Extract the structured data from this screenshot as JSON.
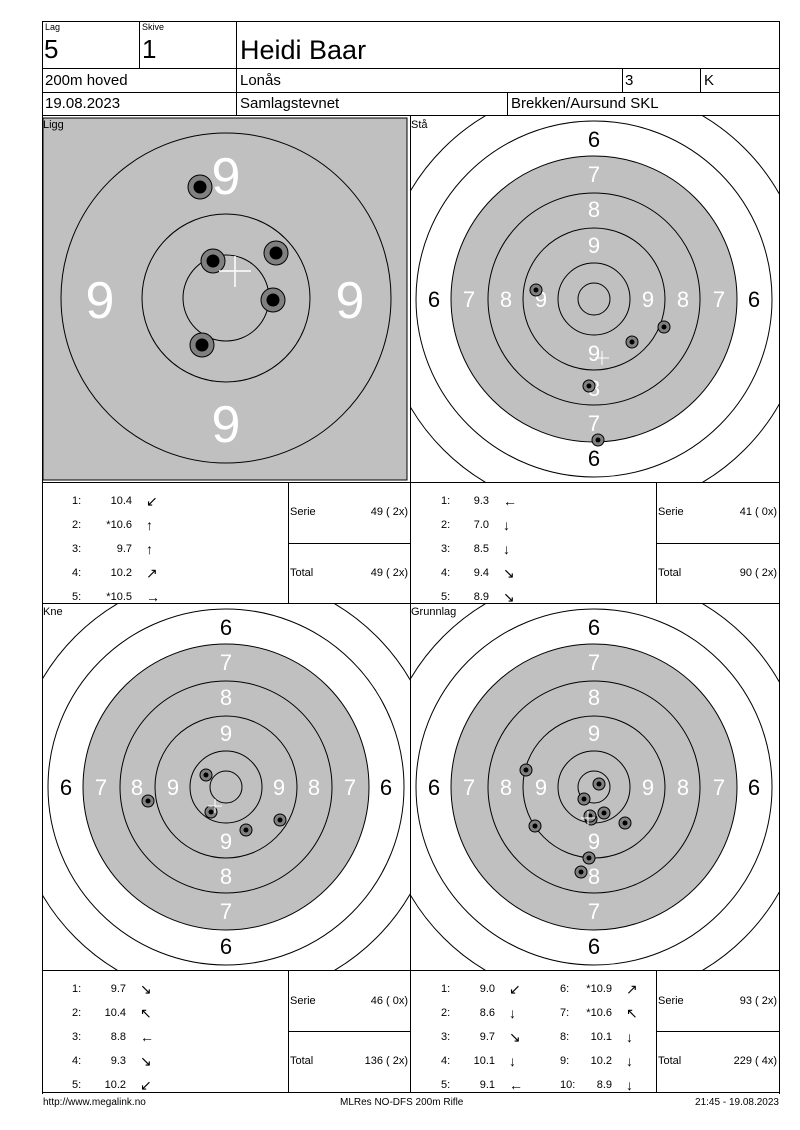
{
  "header": {
    "lag_label": "Lag",
    "lag_value": "5",
    "skive_label": "Skive",
    "skive_value": "1",
    "name": "Heidi Baar",
    "discipline": "200m hoved",
    "club": "Lonås",
    "klasse_num": "3",
    "klasse": "K",
    "date": "19.08.2023",
    "event": "Samlagstevnet",
    "organizer": "Brekken/Aursund SKL"
  },
  "panels": [
    {
      "label": "Ligg",
      "type": "zoom",
      "ring_numbers": [
        "9",
        "9",
        "9",
        "9"
      ],
      "shots": [
        {
          "n": "1:",
          "score": "10.4",
          "dir": "↙"
        },
        {
          "n": "2:",
          "score": "*10.6",
          "dir": "↑"
        },
        {
          "n": "3:",
          "score": "9.7",
          "dir": "↑"
        },
        {
          "n": "4:",
          "score": "10.2",
          "dir": "↗"
        },
        {
          "n": "5:",
          "score": "*10.5",
          "dir": "→"
        }
      ],
      "serie_label": "Serie",
      "serie_value": "49 ( 2x)",
      "total_label": "Total",
      "total_value": "49 ( 2x)"
    },
    {
      "label": "Stå",
      "type": "full",
      "ring_numbers": [
        "6",
        "7",
        "8",
        "9"
      ],
      "shots": [
        {
          "n": "1:",
          "score": "9.3",
          "dir": "←"
        },
        {
          "n": "2:",
          "score": "7.0",
          "dir": "↓"
        },
        {
          "n": "3:",
          "score": "8.5",
          "dir": "↓"
        },
        {
          "n": "4:",
          "score": "9.4",
          "dir": "↘"
        },
        {
          "n": "5:",
          "score": "8.9",
          "dir": "↘"
        }
      ],
      "serie_label": "Serie",
      "serie_value": "41 ( 0x)",
      "total_label": "Total",
      "total_value": "90 ( 2x)"
    },
    {
      "label": "Kne",
      "type": "full",
      "ring_numbers": [
        "6",
        "7",
        "8",
        "9"
      ],
      "shots": [
        {
          "n": "1:",
          "score": "9.7",
          "dir": "↘"
        },
        {
          "n": "2:",
          "score": "10.4",
          "dir": "↖"
        },
        {
          "n": "3:",
          "score": "8.8",
          "dir": "←"
        },
        {
          "n": "4:",
          "score": "9.3",
          "dir": "↘"
        },
        {
          "n": "5:",
          "score": "10.2",
          "dir": "↙"
        }
      ],
      "serie_label": "Serie",
      "serie_value": "46 ( 0x)",
      "total_label": "Total",
      "total_value": "136 ( 2x)"
    },
    {
      "label": "Grunnlag",
      "type": "full",
      "ring_numbers": [
        "6",
        "7",
        "8",
        "9"
      ],
      "shots": [
        {
          "n": "1:",
          "score": "9.0",
          "dir": "↙"
        },
        {
          "n": "2:",
          "score": "8.6",
          "dir": "↓"
        },
        {
          "n": "3:",
          "score": "9.7",
          "dir": "↘"
        },
        {
          "n": "4:",
          "score": "10.1",
          "dir": "↓"
        },
        {
          "n": "5:",
          "score": "9.1",
          "dir": "←"
        }
      ],
      "shots2": [
        {
          "n": "6:",
          "score": "*10.9",
          "dir": "↗"
        },
        {
          "n": "7:",
          "score": "*10.6",
          "dir": "↖"
        },
        {
          "n": "8:",
          "score": "10.1",
          "dir": "↓"
        },
        {
          "n": "9:",
          "score": "10.2",
          "dir": "↓"
        },
        {
          "n": "10:",
          "score": "8.9",
          "dir": "↓"
        }
      ],
      "serie_label": "Serie",
      "serie_value": "93 ( 2x)",
      "total_label": "Total",
      "total_value": "229 ( 4x)"
    }
  ],
  "footer": {
    "url": "http://www.megalink.no",
    "program": "MLRes NO-DFS 200m Rifle",
    "timestamp": "21:45 - 19.08.2023"
  },
  "colors": {
    "target_gray": "#c0c0c0",
    "shot_gray": "#808080"
  }
}
